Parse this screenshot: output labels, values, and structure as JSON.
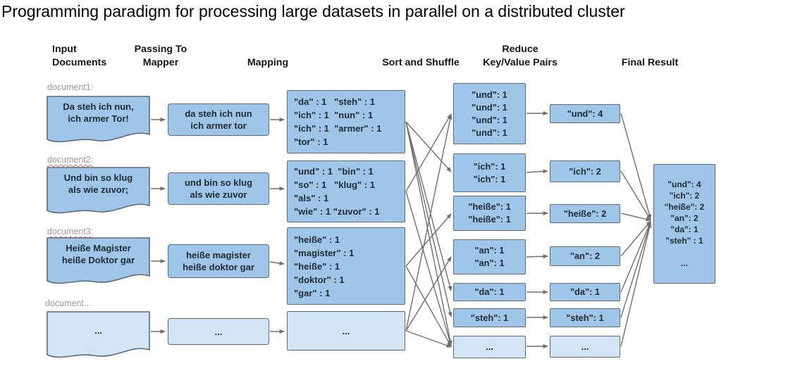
{
  "title": "Programming paradigm for processing large datasets in parallel on a distributed cluster",
  "column_headers": {
    "input_documents": [
      "Input",
      "Documents"
    ],
    "passing_to_mapper": [
      "Passing To",
      "Mapper"
    ],
    "mapping": "Mapping",
    "sort_and_shuffle": "Sort and Shuffle",
    "reduce": [
      "Reduce",
      "Key/Value Pairs"
    ],
    "final_result": "Final Result"
  },
  "input_documents": [
    {
      "label": "document1:",
      "lines": [
        "Da steh ich nun,",
        "ich armer Tor!"
      ]
    },
    {
      "label": "document2:",
      "lines": [
        "Und bin so klug",
        "als wie zuvor;"
      ]
    },
    {
      "label": "document3:",
      "lines": [
        "Heiße Magister",
        "heiße Doktor gar"
      ]
    },
    {
      "label": "document...",
      "lines": [
        "..."
      ]
    }
  ],
  "passing_to_mapper": [
    {
      "lines": [
        "da steh ich nun",
        "ich armer tor"
      ]
    },
    {
      "lines": [
        "und bin so klug",
        "als wie zuvor"
      ]
    },
    {
      "lines": [
        "heiße magister",
        "heiße doktor gar"
      ]
    },
    {
      "lines": [
        "..."
      ]
    }
  ],
  "mapping": [
    {
      "lines": [
        "\"da\" : 1   \"steh\" : 1",
        "\"ich\" : 1  \"nun\" : 1",
        "\"ich\" : 1  \"armer\" : 1",
        "\"tor\" : 1"
      ]
    },
    {
      "lines": [
        "\"und\" : 1  \"bin\" : 1",
        "\"so\" : 1   \"klug\" : 1",
        "\"als\" : 1",
        "\"wie\" : 1 \"zuvor\" : 1"
      ]
    },
    {
      "lines": [
        "\"heiße\" : 1",
        "\"magister\" : 1",
        "\"heiße\" : 1",
        "\"doktor\" : 1",
        "\"gar\" : 1"
      ]
    },
    {
      "lines": [
        "..."
      ]
    }
  ],
  "sort_and_shuffle": [
    {
      "lines": [
        "\"und\": 1",
        "\"und\": 1",
        "\"und\": 1",
        "\"und\": 1"
      ]
    },
    {
      "lines": [
        "\"ich\": 1",
        "\"ich\": 1"
      ]
    },
    {
      "lines": [
        "\"heiße\": 1",
        "\"heiße\": 1"
      ]
    },
    {
      "lines": [
        "\"an\": 1",
        "\"an\": 1"
      ]
    },
    {
      "lines": [
        "\"da\": 1"
      ]
    },
    {
      "lines": [
        "\"steh\": 1"
      ]
    },
    {
      "lines": [
        "..."
      ]
    }
  ],
  "reduce_pairs": [
    {
      "lines": [
        "\"und\": 4"
      ]
    },
    {
      "lines": [
        "\"ich\": 2"
      ]
    },
    {
      "lines": [
        "\"heiße\": 2"
      ]
    },
    {
      "lines": [
        "\"an\": 2"
      ]
    },
    {
      "lines": [
        "\"da\": 1"
      ]
    },
    {
      "lines": [
        "\"steh\": 1"
      ]
    },
    {
      "lines": [
        "..."
      ]
    }
  ],
  "final_result": {
    "lines": [
      "\"und\": 4",
      "\"ich\": 2",
      "\"heiße\": 2",
      "\"an\": 2",
      "\"da\": 1",
      "\"steh\" : 1",
      "",
      "..."
    ]
  },
  "colors": {
    "box-fill": "#9fc5e8",
    "box-fill-light": "#d3e4f5",
    "box-border": "#5f6a74",
    "arrow": "#6e6e6e",
    "label": "#9a9a9a",
    "squiggle": "#e06666",
    "text": "#212b33"
  }
}
